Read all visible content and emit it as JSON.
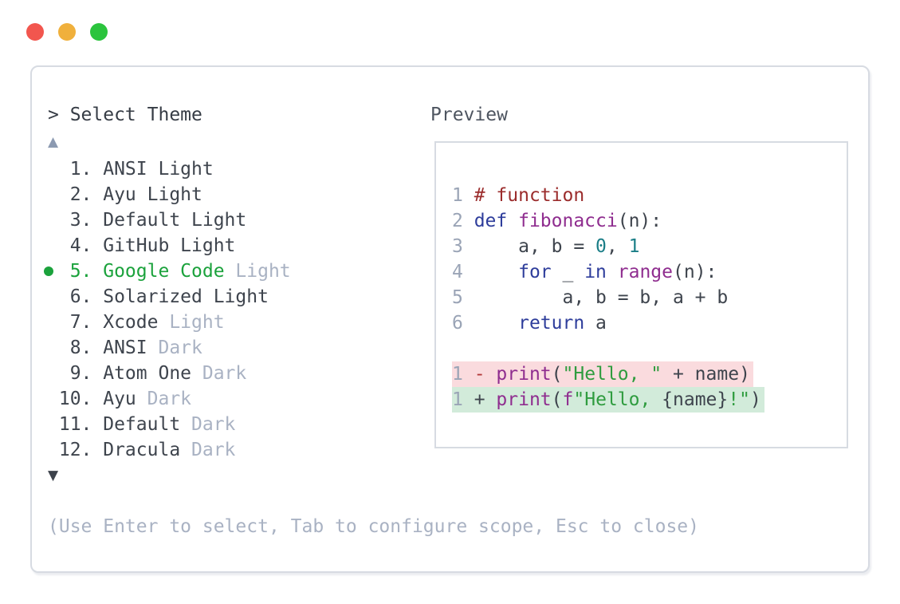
{
  "colors": {
    "accent_green": "#1ba23c",
    "traffic_red": "#f2564e",
    "traffic_yellow": "#f0b03c",
    "traffic_green": "#2bc43d",
    "diff_removed_bg": "#fadbde",
    "diff_added_bg": "#d2ebda"
  },
  "window": {
    "close_icon": "red-circle",
    "minimize_icon": "yellow-circle",
    "maximize_icon": "green-circle"
  },
  "selector": {
    "prompt": "> Select Theme",
    "scroll_up": "▲",
    "scroll_down": "▼",
    "hint": "(Use Enter to select, Tab to configure scope, Esc to close)",
    "themes": [
      {
        "selected": false,
        "segments": [
          {
            "t": "  1. ANSI Light",
            "c": "dark"
          }
        ]
      },
      {
        "selected": false,
        "segments": [
          {
            "t": "  2. Ayu Light",
            "c": "dark"
          }
        ]
      },
      {
        "selected": false,
        "segments": [
          {
            "t": "  3. Default Light",
            "c": "dark"
          }
        ]
      },
      {
        "selected": false,
        "segments": [
          {
            "t": "  4. GitHub Light",
            "c": "dark"
          }
        ]
      },
      {
        "selected": true,
        "segments": [
          {
            "t": "  5. Google Code",
            "c": "green"
          },
          {
            "t": " Light",
            "c": "muted"
          }
        ]
      },
      {
        "selected": false,
        "segments": [
          {
            "t": "  6. Solarized Light",
            "c": "dark"
          }
        ]
      },
      {
        "selected": false,
        "segments": [
          {
            "t": "  7. Xcode",
            "c": "dark"
          },
          {
            "t": " Light",
            "c": "muted"
          }
        ]
      },
      {
        "selected": false,
        "segments": [
          {
            "t": "  8. ANSI",
            "c": "dark"
          },
          {
            "t": " Dark",
            "c": "muted"
          }
        ]
      },
      {
        "selected": false,
        "segments": [
          {
            "t": "  9. Atom One",
            "c": "dark"
          },
          {
            "t": " Dark",
            "c": "muted"
          }
        ]
      },
      {
        "selected": false,
        "segments": [
          {
            "t": " 10. Ayu",
            "c": "dark"
          },
          {
            "t": " Dark",
            "c": "muted"
          }
        ]
      },
      {
        "selected": false,
        "segments": [
          {
            "t": " 11. Default",
            "c": "dark"
          },
          {
            "t": " Dark",
            "c": "muted"
          }
        ]
      },
      {
        "selected": false,
        "segments": [
          {
            "t": " 12. Dracula",
            "c": "dark"
          },
          {
            "t": " Dark",
            "c": "muted"
          }
        ]
      }
    ]
  },
  "preview": {
    "label": "Preview",
    "code": [
      {
        "hl": null,
        "segments": [
          {
            "t": "1 ",
            "c": "lnum"
          },
          {
            "t": "# function",
            "c": "comment"
          }
        ]
      },
      {
        "hl": null,
        "segments": [
          {
            "t": "2 ",
            "c": "lnum"
          },
          {
            "t": "def ",
            "c": "kw"
          },
          {
            "t": "fibonacci",
            "c": "fn"
          },
          {
            "t": "(n):",
            "c": "dark"
          }
        ]
      },
      {
        "hl": null,
        "segments": [
          {
            "t": "3 ",
            "c": "lnum"
          },
          {
            "t": "    a, b = ",
            "c": "dark"
          },
          {
            "t": "0",
            "c": "num"
          },
          {
            "t": ", ",
            "c": "dark"
          },
          {
            "t": "1",
            "c": "num"
          }
        ]
      },
      {
        "hl": null,
        "segments": [
          {
            "t": "4 ",
            "c": "lnum"
          },
          {
            "t": "    ",
            "c": "dark"
          },
          {
            "t": "for",
            "c": "kw"
          },
          {
            "t": " _ ",
            "c": "dark"
          },
          {
            "t": "in",
            "c": "kw"
          },
          {
            "t": " ",
            "c": "dark"
          },
          {
            "t": "range",
            "c": "fn"
          },
          {
            "t": "(n):",
            "c": "dark"
          }
        ]
      },
      {
        "hl": null,
        "segments": [
          {
            "t": "5 ",
            "c": "lnum"
          },
          {
            "t": "        a, b = b, a + b",
            "c": "dark"
          }
        ]
      },
      {
        "hl": null,
        "segments": [
          {
            "t": "6 ",
            "c": "lnum"
          },
          {
            "t": "    ",
            "c": "dark"
          },
          {
            "t": "return",
            "c": "kw"
          },
          {
            "t": " a",
            "c": "dark"
          }
        ]
      },
      {
        "hl": null,
        "segments": []
      },
      {
        "hl": "removed",
        "segments": [
          {
            "t": "1 ",
            "c": "lnum"
          },
          {
            "t": "- ",
            "c": "minus"
          },
          {
            "t": "print",
            "c": "fn"
          },
          {
            "t": "(",
            "c": "dark"
          },
          {
            "t": "\"Hello, \"",
            "c": "str"
          },
          {
            "t": " + name)",
            "c": "dark"
          }
        ]
      },
      {
        "hl": "added",
        "segments": [
          {
            "t": "1 ",
            "c": "lnum"
          },
          {
            "t": "+ ",
            "c": "dark"
          },
          {
            "t": "print",
            "c": "fn"
          },
          {
            "t": "(",
            "c": "dark"
          },
          {
            "t": "f",
            "c": "fn"
          },
          {
            "t": "\"Hello, ",
            "c": "str"
          },
          {
            "t": "{name}",
            "c": "dark"
          },
          {
            "t": "!\"",
            "c": "str"
          },
          {
            "t": ")",
            "c": "dark"
          }
        ]
      }
    ]
  }
}
